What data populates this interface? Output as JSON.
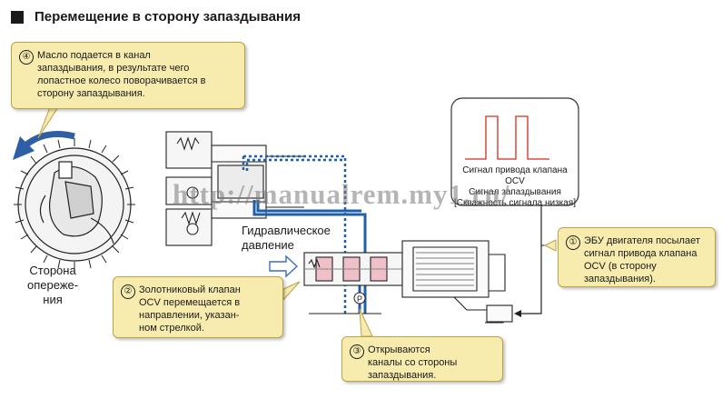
{
  "header": {
    "title": "Перемещение в сторону запаздывания"
  },
  "callouts": [
    {
      "num": "④",
      "text": "Масло подается в канал\nзапаздывания, в результате чего\nлопастное колесо поворачивается в\nсторону запаздывания."
    },
    {
      "num": "②",
      "text": "Золотниковый клапан\nOCV перемещается в\nнаправлении, указан-\nном стрелкой."
    },
    {
      "num": "③",
      "text": "Открываются\nканалы со стороны\nзапаздывания."
    },
    {
      "num": "①",
      "text": "ЭБУ двигателя посылает\nсигнал привода клапана\nOCV (в сторону\nзапаздывания)."
    }
  ],
  "labels": {
    "advance_side": "Сторона\nопереже-\nния",
    "hydraulic_pressure": "Гидравлическое\nдавление",
    "pressure_port": "P"
  },
  "signal": {
    "text": "Сигнал привода клапана OCV\nСигнал запаздывания\n[Скважность сигнала низкая]"
  },
  "watermark": "http://manualrem.my1.ru/",
  "colors": {
    "callout_bg": "#f7ecae",
    "oil_blue": "#1f5fa8",
    "signal_red": "#d9281e",
    "spool_pink": "#f0c0c8"
  },
  "icons": {
    "rotation_arrow": "curved-arrow-icon",
    "direction_arrow": "hollow-arrow-right-icon"
  }
}
